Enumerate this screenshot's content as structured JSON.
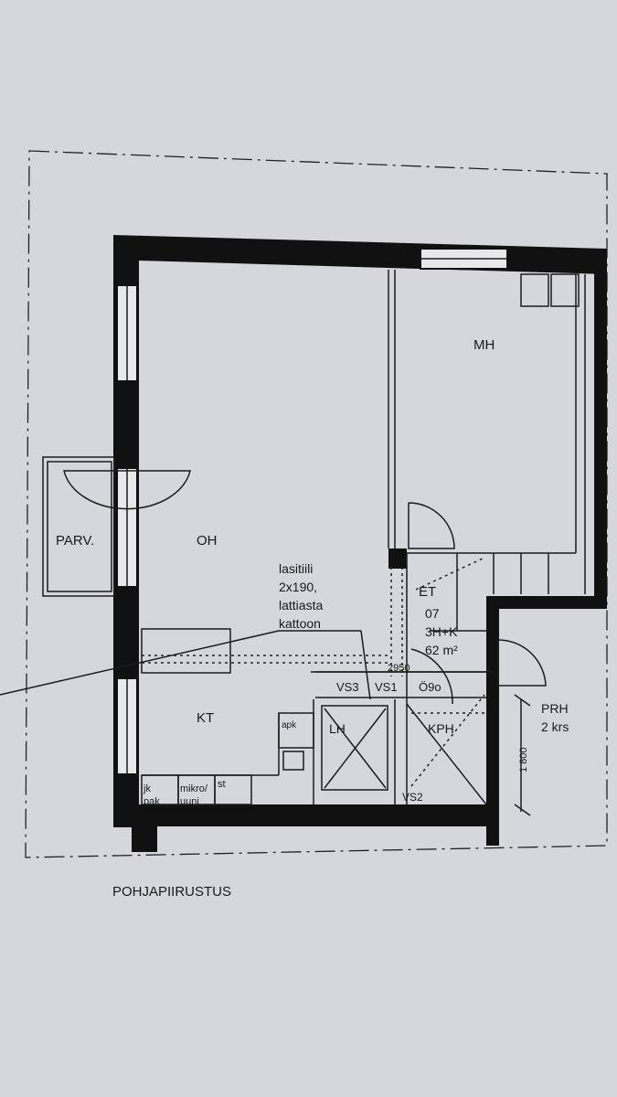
{
  "rooms": {
    "mh": "MH",
    "oh": "OH",
    "parv": "PARV.",
    "kt": "KT",
    "et": "ET",
    "lh": "LH",
    "kph": "KPH",
    "prh": "PRH",
    "prh_floor": "2 krs"
  },
  "apartment": {
    "number": "07",
    "type": "3H+K",
    "area": "62 m²"
  },
  "note": {
    "line1": "lasitiili",
    "line2": "2x190,",
    "line3": "lattiasta",
    "line4": "kattoon"
  },
  "fixtures": {
    "vs3": "VS3",
    "vs1": "VS1",
    "vs2": "VS2",
    "o90": "Ö9o",
    "apk": "apk",
    "jk_pak_1": "jk",
    "jk_pak_2": "pak",
    "mikro_1": "mikro/",
    "mikro_2": "uuni",
    "st": "st"
  },
  "dimensions": {
    "d2950": "2950",
    "d1800": "1 800"
  },
  "caption": "POHJAPIIRUSTUS"
}
